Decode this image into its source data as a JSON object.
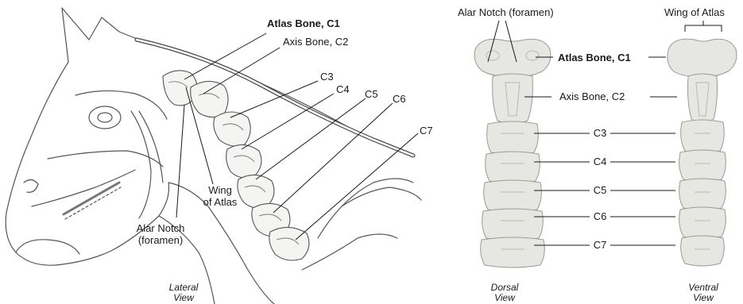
{
  "lateral": {
    "labels": {
      "atlas": "Atlas Bone, C1",
      "axis": "Axis Bone, C2",
      "c3": "C3",
      "c4": "C4",
      "c5": "C5",
      "c6": "C6",
      "c7": "C7",
      "wing_line1": "Wing",
      "wing_line2": "of Atlas",
      "alar_line1": "Alar Notch",
      "alar_line2": "(foramen)"
    },
    "caption_line1": "Lateral",
    "caption_line2": "View"
  },
  "dorsal": {
    "labels": {
      "alar_notch": "Alar Notch (foramen)",
      "atlas": "Atlas Bone, C1",
      "axis": "Axis Bone, C2",
      "c3": "C3",
      "c4": "C4",
      "c5": "C5",
      "c6": "C6",
      "c7": "C7"
    },
    "caption_line1": "Dorsal",
    "caption_line2": "View"
  },
  "ventral": {
    "labels": {
      "wing_of_atlas": "Wing of Atlas"
    },
    "caption_line1": "Ventral",
    "caption_line2": "View"
  },
  "colors": {
    "ink": "#1a1a1a",
    "bone_fill": "#e6e6e2",
    "bone_shadow": "#b9b9b3",
    "sketch_line": "#555555"
  }
}
